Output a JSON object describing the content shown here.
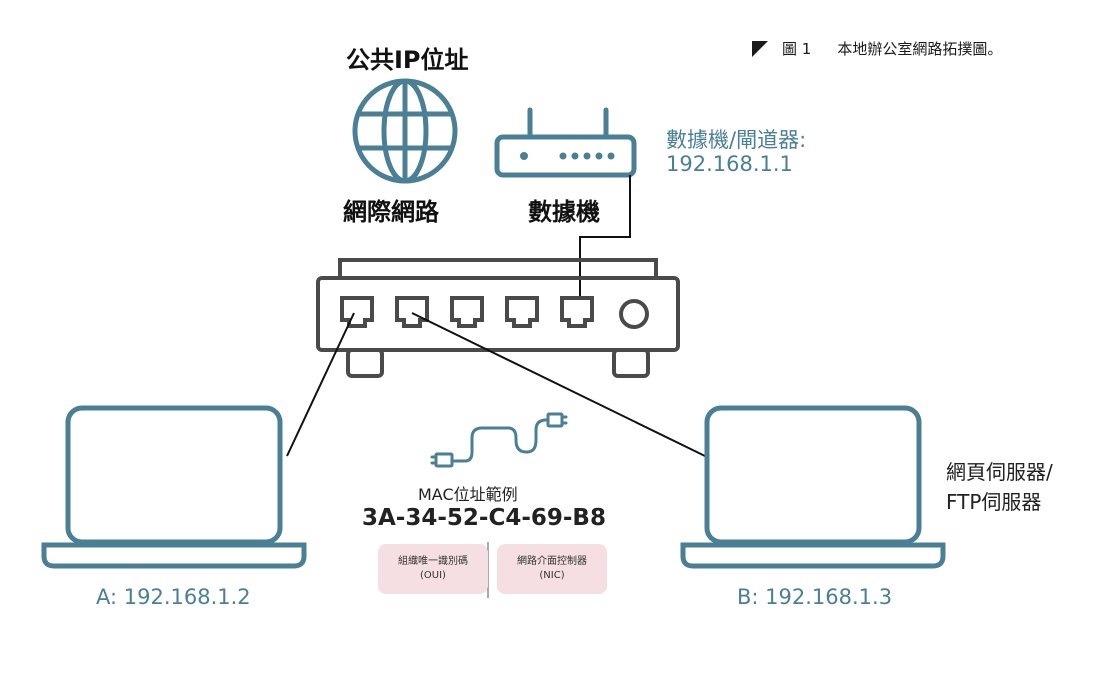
{
  "caption": {
    "figure": "圖 1",
    "text": "本地辦公室網路拓撲圖。"
  },
  "public_ip": "公共IP位址",
  "internet": "網際網路",
  "modem": "數據機",
  "modem_gateway": {
    "line1": "數據機/閘道器:",
    "line2": "192.168.1.1"
  },
  "servers": {
    "line1": "網頁伺服器/",
    "line2": "FTP伺服器"
  },
  "mac_example": {
    "title": "MAC位址範例",
    "value": "3A-34-52-C4-69-B8",
    "oui": {
      "line1": "組織唯一識別碼",
      "line2": "(OUI)"
    },
    "nic": {
      "line1": "網路介面控制器",
      "line2": "(NIC)"
    }
  },
  "laptop_a": "A: 192.168.1.2",
  "laptop_b": "B: 192.168.1.3",
  "colors": {
    "device_stroke": "#4a7f96",
    "switch_stroke": "#4a4a4a",
    "pill_bg": "#f5dfe2"
  }
}
